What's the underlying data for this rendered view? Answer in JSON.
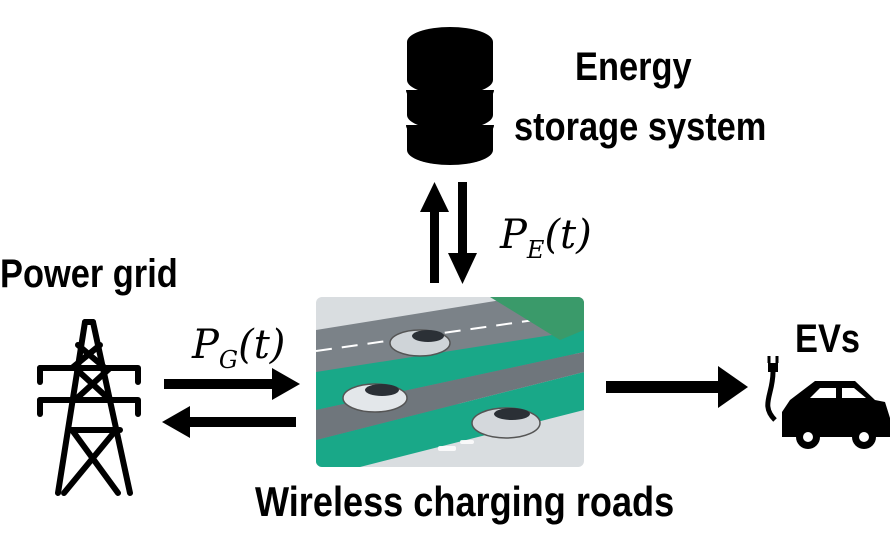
{
  "energy_storage": {
    "line1": "Energy",
    "line2": "storage system",
    "icon": "database-cylinder-icon"
  },
  "power_grid": {
    "label": "Power grid",
    "icon": "transmission-tower-icon"
  },
  "evs": {
    "label": "EVs",
    "icon": "electric-car-icon"
  },
  "roads": {
    "label": "Wireless charging roads",
    "image": "wireless-charging-road-image"
  },
  "flows": {
    "ess": {
      "symbol": "P",
      "subscript": "E",
      "argument": "(t)"
    },
    "grid": {
      "symbol": "P",
      "subscript": "G",
      "argument": "(t)"
    }
  },
  "colors": {
    "ink": "#000000",
    "road_lane": "#19a888",
    "asphalt": "#6f767c"
  }
}
